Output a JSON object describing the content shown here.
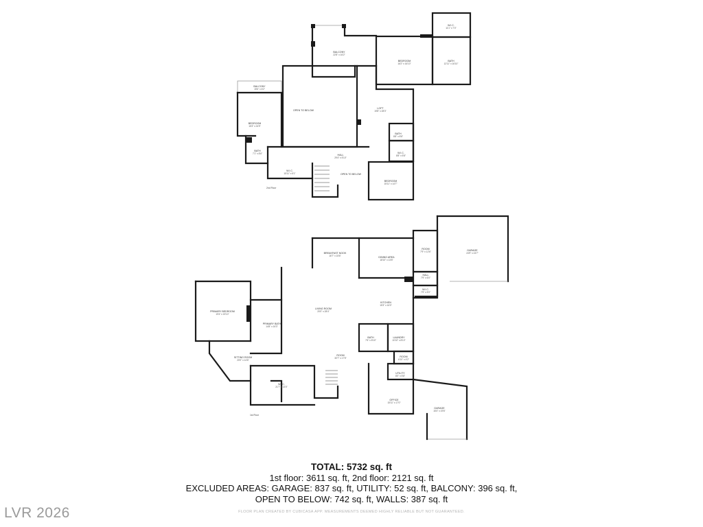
{
  "floor_labels": {
    "second": "2nd Floor",
    "first": "1st Floor"
  },
  "rooms_second": [
    {
      "id": "w-i-c-top",
      "name": "W.I.C.",
      "dim": "11'1\" x 7'0\""
    },
    {
      "id": "balcony-top",
      "name": "BALCONY",
      "dim": "22'8\" x 16'2\""
    },
    {
      "id": "bedroom-top",
      "name": "BEDROOM",
      "dim": "16'2\" x 16'10\""
    },
    {
      "id": "bath-top",
      "name": "BATH",
      "dim": "12'11\" x 16'10\""
    },
    {
      "id": "balcony-left",
      "name": "BALCONY",
      "dim": "15'6\" x 6'2\""
    },
    {
      "id": "open-below",
      "name": "OPEN TO BELOW",
      "dim": ""
    },
    {
      "id": "loft",
      "name": "LOFT",
      "dim": "19'8\" x 28'3\""
    },
    {
      "id": "bedroom-left",
      "name": "BEDROOM",
      "dim": "15'3\" x 24'9\""
    },
    {
      "id": "bath-mid",
      "name": "BATH",
      "dim": "8'8\" x 8'8\""
    },
    {
      "id": "bath-left",
      "name": "BATH",
      "dim": "7'1\" x 8'6\""
    },
    {
      "id": "hall",
      "name": "HALL",
      "dim": "29'4\" x 5'10\""
    },
    {
      "id": "wic-mid",
      "name": "W.I.C.",
      "dim": "8'8\" x 5'8\""
    },
    {
      "id": "wic-left",
      "name": "W.I.C.",
      "dim": "15'11\" x 5'1\""
    },
    {
      "id": "open-below-2",
      "name": "OPEN TO BELOW",
      "dim": ""
    },
    {
      "id": "bedroom-bottom",
      "name": "BEDROOM",
      "dim": "15'11\" x 14'7\""
    }
  ],
  "rooms_first": [
    {
      "id": "breakfast",
      "name": "BREAKFAST NOOK",
      "dim": "16'7\" x 15'6\""
    },
    {
      "id": "dining",
      "name": "DINING AREA",
      "dim": "18'10\" x 13'8\""
    },
    {
      "id": "room-1",
      "name": "ROOM",
      "dim": "7'9\" x 12'6\""
    },
    {
      "id": "garage-1",
      "name": "GARAGE",
      "dim": "24'9\" x 24'7\""
    },
    {
      "id": "hall-1",
      "name": "HALL",
      "dim": "7'9\" x 6'0\""
    },
    {
      "id": "wic-1",
      "name": "W.I.C.",
      "dim": "7'9\" x 5'0\""
    },
    {
      "id": "primary-bedroom",
      "name": "PRIMARY BEDROOM",
      "dim": "19'4\" x 19'10\""
    },
    {
      "id": "primary-bath",
      "name": "PRIMARY BATH",
      "dim": "14'8\" x 16'3\""
    },
    {
      "id": "living",
      "name": "LIVING ROOM",
      "dim": "20'0\" x 28'4\""
    },
    {
      "id": "kitchen",
      "name": "KITCHEN",
      "dim": "15'3\" x 16'0\""
    },
    {
      "id": "bath-1",
      "name": "BATH",
      "dim": "7'6\" x 8'10\""
    },
    {
      "id": "laundry",
      "name": "LAUNDRY",
      "dim": "10'10\" x 8'10\""
    },
    {
      "id": "sitting",
      "name": "SITTING ROOM",
      "dim": "20'0\" x 14'6\""
    },
    {
      "id": "room-2",
      "name": "ROOM",
      "dim": "30'7\" x 17'5\""
    },
    {
      "id": "room-3",
      "name": "ROOM",
      "dim": "6'10\" x 4'2\""
    },
    {
      "id": "utility",
      "name": "UTILITY",
      "dim": "8'0\" x 5'8\""
    },
    {
      "id": "wic-2",
      "name": "W.I.C.",
      "dim": "21'7\" x 13'0\""
    },
    {
      "id": "office",
      "name": "OFFICE",
      "dim": "15'11\" x 17'0\""
    },
    {
      "id": "garage-2",
      "name": "GARAGE",
      "dim": "15'4\" x 19'6\""
    }
  ],
  "summary": {
    "total": "TOTAL: 5732 sq. ft",
    "line1": "1st floor: 3611 sq. ft, 2nd floor: 2121 sq. ft",
    "line2": "EXCLUDED AREAS: GARAGE: 837 sq. ft, UTILITY: 52 sq. ft, BALCONY: 396 sq. ft,",
    "line3": "OPEN TO BELOW: 742 sq. ft, WALLS: 387 sq. ft"
  },
  "disclaimer": "FLOOR PLAN CREATED BY CUBICASA APP. MEASUREMENTS DEEMED HIGHLY RELIABLE BUT NOT GUARANTEED.",
  "watermark": "LVR 2026"
}
